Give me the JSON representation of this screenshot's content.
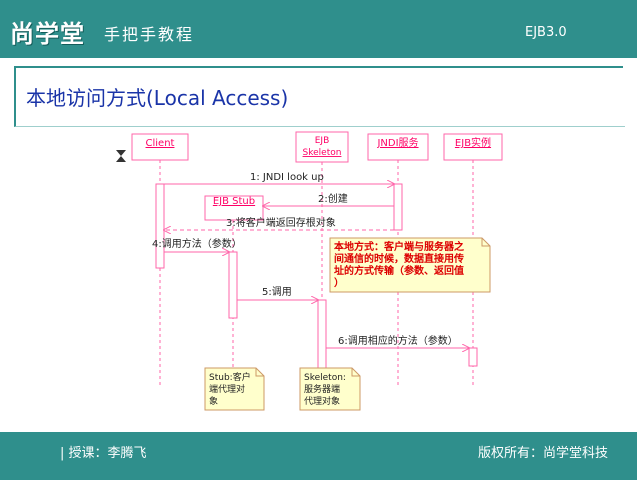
{
  "header": {
    "logo": "尚学堂",
    "subtitle": "手把手教程",
    "course": "EJB3.0"
  },
  "slide": {
    "title": "本地访问方式(Local Access)"
  },
  "diagram": {
    "participants": {
      "client": "Client",
      "skeleton_line1": "EJB",
      "skeleton_line2": "Skeleton",
      "jndi": "JNDI服务",
      "instance": "EJB实例",
      "stub": "EJB Stub"
    },
    "messages": {
      "m1": "1: JNDI look up",
      "m2": "2:创建",
      "m3": "3:将客户端返回存根对象",
      "m4": "4:调用方法（参数）",
      "m5": "5:调用",
      "m6": "6:调用相应的方法（参数）"
    },
    "notes": {
      "red_note_line1": "本地方式：客户端与服务器之",
      "red_note_line2": "间通信的时候，数据直接用传",
      "red_note_line3": "址的方式传输（参数、返回值",
      "red_note_line4": "）",
      "stub_note_line1": "Stub:客户",
      "stub_note_line2": "端代理对",
      "stub_note_line3": "象",
      "skeleton_note_line1": "Skeleton:",
      "skeleton_note_line2": "服务器端",
      "skeleton_note_line3": "代理对象"
    }
  },
  "footer": {
    "left": "| 授课：李腾飞",
    "right": "版权所有：尚学堂科技"
  },
  "colors": {
    "teal": "#2f8f8c",
    "lifeline": "#ff66aa",
    "note_fill": "#ffffcc",
    "red_text": "#dd0000",
    "title_blue": "#1a34a8"
  }
}
